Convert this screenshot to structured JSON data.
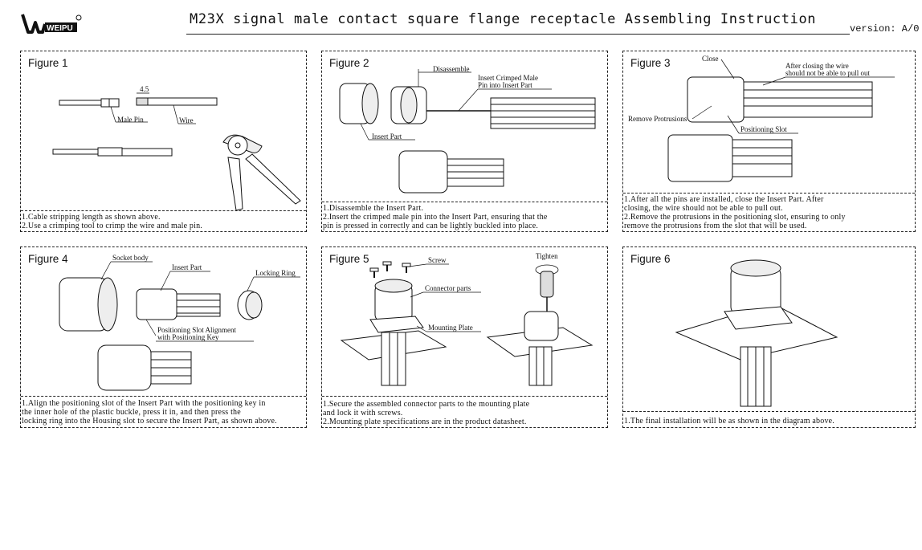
{
  "header": {
    "title": "M23X signal male contact square flange receptacle Assembling Instruction",
    "version": "version: A/0",
    "logo_text": "WEIPU"
  },
  "figures": [
    {
      "title": "Figure 1",
      "labels": {
        "dimension": "4.5",
        "male_pin": "Male Pin",
        "wire": "Wire"
      },
      "instructions": [
        "1.Cable stripping length as shown above.",
        "2.Use a crimping tool to crimp the wire and male pin."
      ]
    },
    {
      "title": "Figure 2",
      "labels": {
        "disassemble": "Disassemble",
        "insert_crimped_1": "Insert Crimped Male",
        "insert_crimped_2": "Pin into Insert Part",
        "insert_part": "Insert Part"
      },
      "instructions": [
        "1.Disassemble the Insert Part.",
        "2.Insert the crimped male pin into the Insert Part, ensuring that the",
        "pin is pressed in correctly and can be lightly buckled into place."
      ]
    },
    {
      "title": "Figure 3",
      "labels": {
        "close": "Close",
        "after_closing_1": "After closing the wire",
        "after_closing_2": "should not be able to pull out",
        "remove_protrusions": "Remove Protrusions",
        "positioning_slot": "Positioning Slot"
      },
      "instructions": [
        "1.After all the pins are installed, close the Insert Part. After",
        "closing, the wire should not be able to pull out.",
        "2.Remove the protrusions in the positioning slot, ensuring to only",
        "remove the protrusions from the slot that will be used."
      ]
    },
    {
      "title": "Figure 4",
      "labels": {
        "socket_body": "Socket body",
        "insert_part": "Insert Part",
        "locking_ring": "Locking Ring",
        "alignment_1": "Positioning Slot Alignment",
        "alignment_2": "with Positioning Key"
      },
      "instructions": [
        "1.Align the positioning slot of the Insert Part with the positioning key in",
        "the inner hole of the plastic buckle, press it in, and then press the",
        "locking ring into the Housing slot to secure the Insert Part, as shown above."
      ]
    },
    {
      "title": "Figure 5",
      "labels": {
        "screw": "Screw",
        "tighten": "Tighten",
        "connector_parts": "Connector parts",
        "mounting_plate": "Mounting Plate"
      },
      "instructions": [
        "1.Secure the assembled connector parts to the mounting plate",
        "and lock it with screws.",
        "2.Mounting plate specifications are in the product datasheet."
      ]
    },
    {
      "title": "Figure 6",
      "labels": {},
      "instructions": [
        "1.The final installation will be as shown in the diagram above."
      ]
    }
  ]
}
